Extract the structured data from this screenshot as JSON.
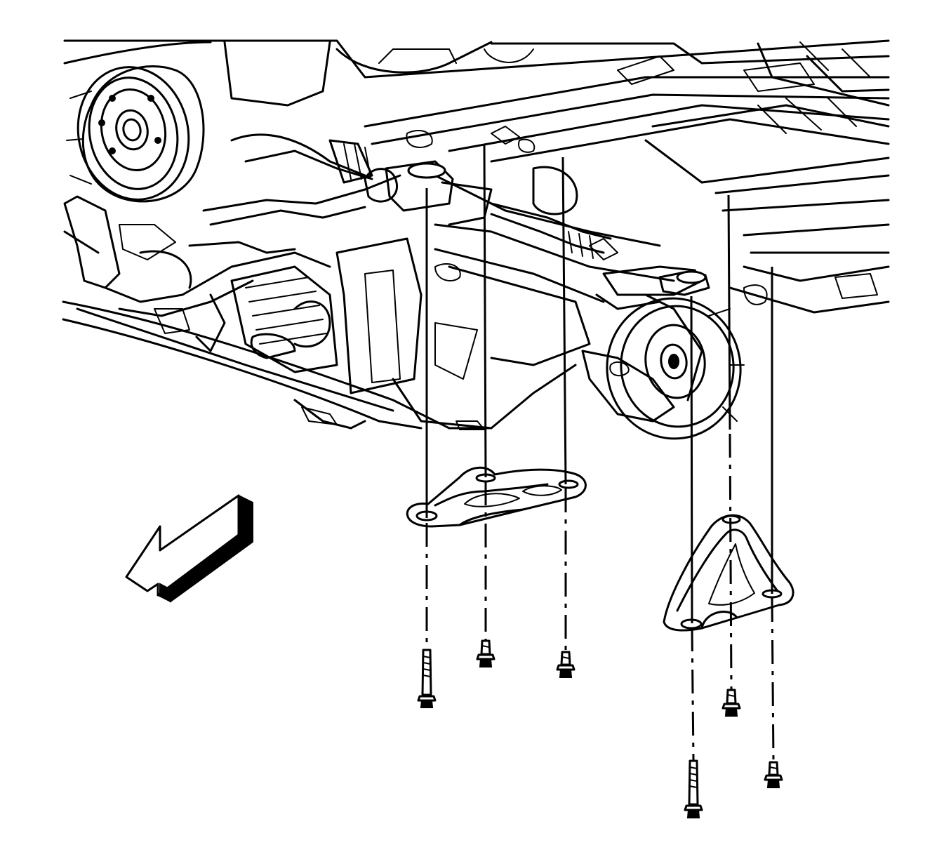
{
  "diagram": {
    "view": "underbody-front-subframe",
    "colors": {
      "line": "#000000",
      "background": "#ffffff"
    },
    "parts": [
      {
        "id": "left-brake-rotor",
        "icon": "brake-rotor-icon"
      },
      {
        "id": "right-brake-rotor",
        "icon": "brake-rotor-icon"
      },
      {
        "id": "front-subframe",
        "icon": "subframe-icon"
      },
      {
        "id": "left-reinforcement-bracket",
        "icon": "bracket-icon"
      },
      {
        "id": "right-reinforcement-bracket",
        "icon": "bracket-icon"
      },
      {
        "id": "front-direction-arrow",
        "icon": "arrow-icon"
      }
    ],
    "fasteners": [
      {
        "id": "bolt-1",
        "type": "long-bolt"
      },
      {
        "id": "bolt-2",
        "type": "short-bolt"
      },
      {
        "id": "bolt-3",
        "type": "short-bolt"
      },
      {
        "id": "bolt-4",
        "type": "long-bolt"
      },
      {
        "id": "bolt-5",
        "type": "short-bolt"
      },
      {
        "id": "bolt-6",
        "type": "short-bolt"
      }
    ]
  }
}
